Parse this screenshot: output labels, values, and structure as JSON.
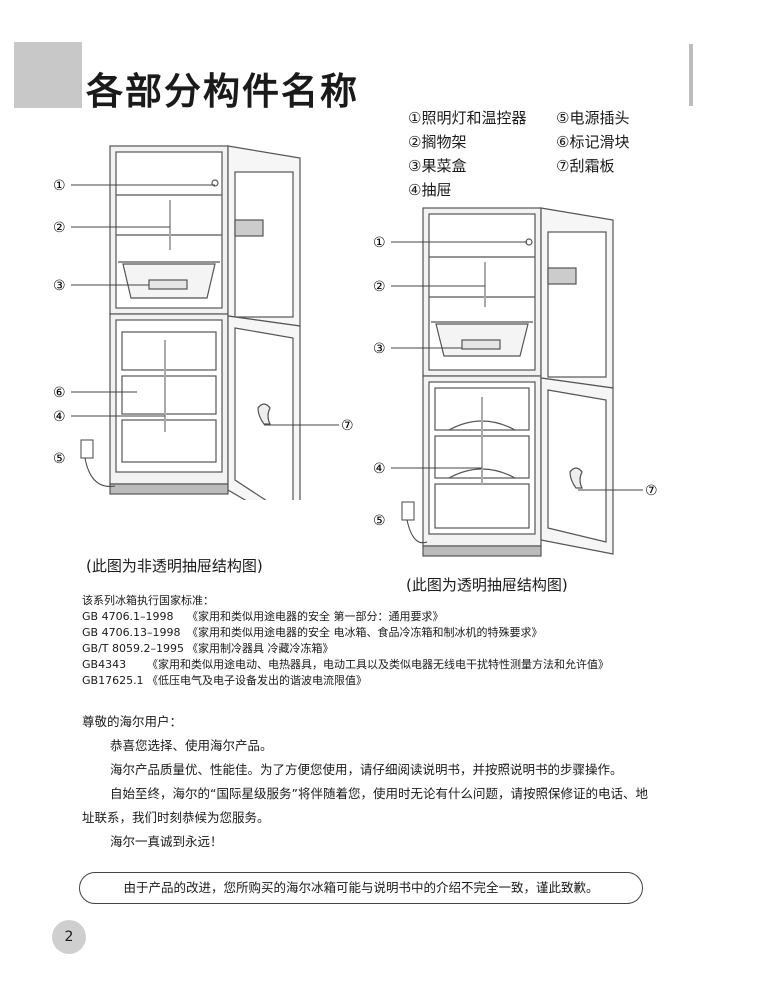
{
  "page_title": "各部分构件名称",
  "legend": {
    "col1": [
      "①照明灯和温控器",
      "②搁物架",
      "③果菜盒",
      "④抽屉"
    ],
    "col2": [
      "⑤电源插头",
      "⑥标记滑块",
      "⑦刮霜板"
    ]
  },
  "callouts": {
    "n1": "①",
    "n2": "②",
    "n3": "③",
    "n4": "④",
    "n5": "⑤",
    "n6": "⑥",
    "n7": "⑦"
  },
  "captions": {
    "left": "(此图为非透明抽屉结构图)",
    "right": "(此图为透明抽屉结构图)"
  },
  "standards": {
    "intro": "该系列冰箱执行国家标准：",
    "rows": [
      {
        "code": "GB 4706.1–1998",
        "title": "《家用和类似用途电器的安全  第一部分：通用要求》"
      },
      {
        "code": "GB 4706.13–1998",
        "title": "《家用和类似用途电器的安全  电冰箱、食品冷冻箱和制冰机的特殊要求》"
      },
      {
        "code": "GB/T 8059.2–1995",
        "title": "《家用制冷器具  冷藏冷冻箱》"
      },
      {
        "code": "GB4343",
        "title": "《家用和类似用途电动、电热器具，电动工具以及类似电器无线电干扰特性测量方法和允许值》"
      },
      {
        "code": "GB17625.1",
        "title": "《低压电气及电子设备发出的谐波电流限值》"
      }
    ]
  },
  "letter": {
    "greeting": "尊敬的海尔用户：",
    "p1": "恭喜您选择、使用海尔产品。",
    "p2": "海尔产品质量优、性能佳。为了方便您使用，请仔细阅读说明书，并按照说明书的步骤操作。",
    "p3": "自始至终，海尔的“国际星级服务”将伴随着您，使用时无论有什么问题，请按照保修证的电话、地址联系，我们时刻恭候为您服务。",
    "p4": "海尔一真诚到永远！"
  },
  "notice": "由于产品的改进，您所购买的海尔冰箱可能与说明书中的介绍不完全一致，谨此致歉。",
  "page_number": "2"
}
